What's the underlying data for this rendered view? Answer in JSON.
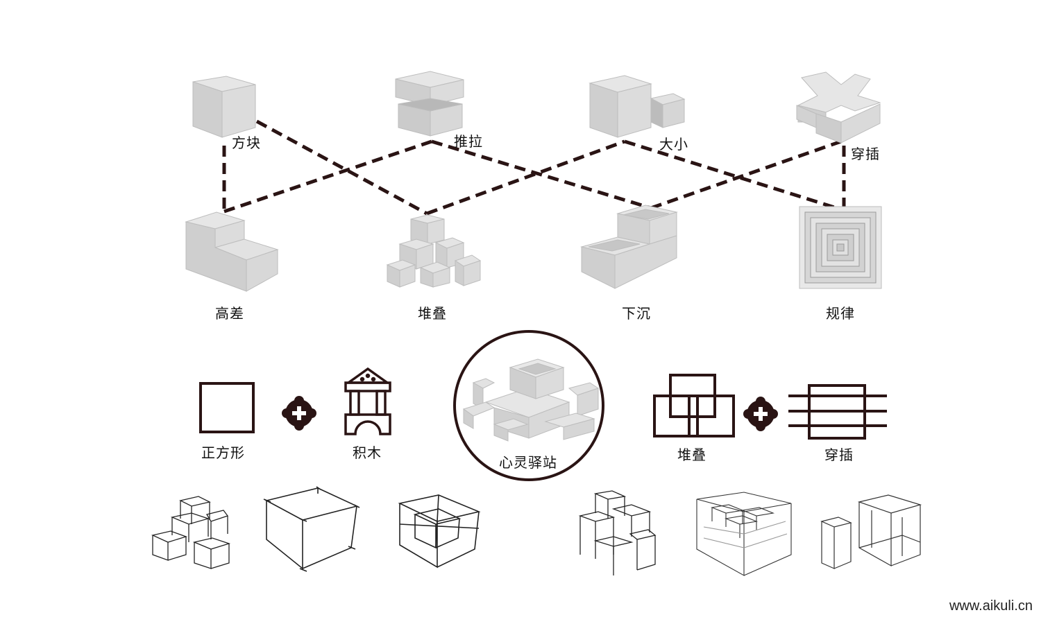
{
  "top_row": {
    "cube": "方块",
    "push_pull": "推拉",
    "size": "大小",
    "interpenetration": "穿插"
  },
  "mid_row": {
    "height_diff": "高差",
    "stacking": "堆叠",
    "sinking": "下沉",
    "pattern": "规律"
  },
  "concept": {
    "square": "正方形",
    "blocks": "积木",
    "center": "心灵驿站",
    "stacking": "堆叠",
    "interpenetration": "穿插"
  },
  "watermark": "www.aikuli.cn",
  "colors": {
    "dashed_line": "#2a1414",
    "icon_stroke": "#2a1414",
    "shape_fill": "#d6d6d6"
  }
}
